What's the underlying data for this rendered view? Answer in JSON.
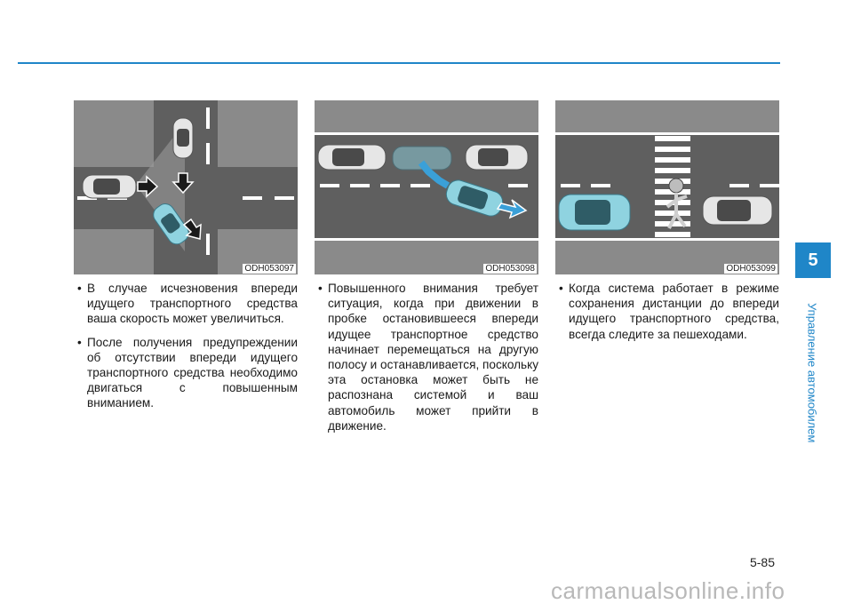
{
  "section": {
    "number": "5",
    "title": "Управление автомобилем"
  },
  "figures": [
    {
      "code": "ODH053097"
    },
    {
      "code": "ODH053098"
    },
    {
      "code": "ODH053099"
    }
  ],
  "columns": [
    {
      "bullets": [
        "В случае исчезновения впереди идущего транспортного средства ваша скорость может увеличиться.",
        "После получения предупреждении об отсутствии впереди идущего транспортного средства необходимо двигаться с повышенным вниманием."
      ]
    },
    {
      "bullets": [
        "Повышенного внимания требует ситуация, когда при движении в пробке остановившееся впереди идущее транспортное средство начинает перемещаться на другую полосу и останавливается, поскольку эта остановка может быть не распознана системой и ваш автомобиль может прийти в движение."
      ]
    },
    {
      "bullets": [
        "Когда система работает в режиме сохранения дистанции до впереди идущего транспортного средства, всегда следите за пешеходами."
      ]
    }
  ],
  "page_number": "5-85",
  "watermark": "carmanualsonline.info",
  "colors": {
    "accent": "#1f86c8",
    "highlight": "#8fd3e0",
    "arrow": "#3aa0d8"
  }
}
